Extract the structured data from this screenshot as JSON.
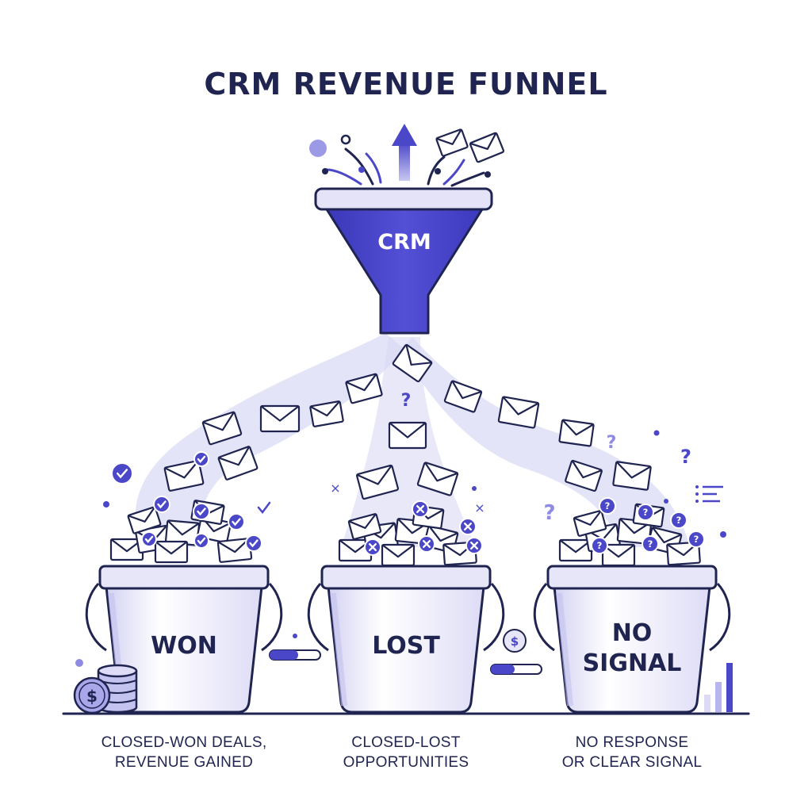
{
  "title": "CRM REVENUE FUNNEL",
  "funnel_label": "CRM",
  "buckets": [
    {
      "label": "WON",
      "caption_lines": [
        "CLOSED-WON DEALS,",
        "REVENUE GAINED"
      ]
    },
    {
      "label": "LOST",
      "caption_lines": [
        "CLOSED-LOST",
        "OPPORTUNITIES"
      ]
    },
    {
      "label_lines": [
        "NO",
        "SIGNAL"
      ],
      "caption_lines": [
        "NO RESPONSE",
        "OR CLEAR SIGNAL"
      ]
    }
  ],
  "icons": [
    "arrow-up-icon",
    "envelope-icon",
    "check-badge-icon",
    "x-badge-icon",
    "question-badge-icon",
    "coin-icon",
    "coin-stack-icon",
    "progress-bar-icon",
    "bar-chart-icon",
    "list-icon"
  ],
  "colors": {
    "accent": "#4b47c9",
    "dark": "#1f2450",
    "light": "#e6e6f8",
    "stream": "#d9d8f5"
  }
}
